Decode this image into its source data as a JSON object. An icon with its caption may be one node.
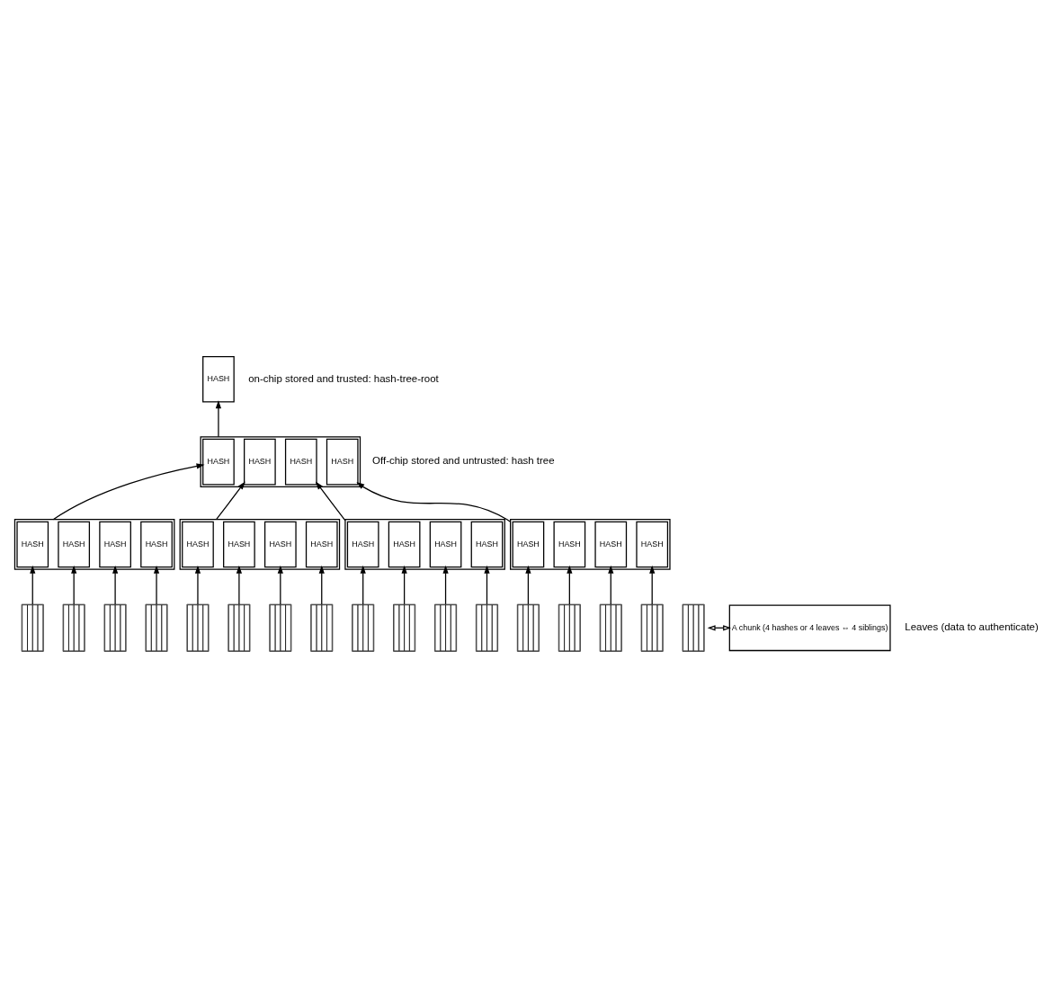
{
  "diagram": {
    "nodes": [
      {
        "text": [
          "HASH"
        ]
      },
      {
        "text": [],
        "shape": "box"
      },
      {
        "text": [
          "HASH"
        ],
        "in": 1
      },
      {
        "text": [
          "HASH"
        ],
        "in": 1
      },
      {
        "text": [
          "HASH"
        ],
        "in": 1
      },
      {
        "text": [
          "HASH"
        ],
        "in": 1
      },
      {
        "text": [],
        "shape": "box"
      },
      {
        "text": [
          "HASH"
        ],
        "in": 6
      },
      {
        "text": [
          "HASH"
        ],
        "in": 6
      },
      {
        "text": [
          "HASH"
        ],
        "in": 6
      },
      {
        "text": [
          "HASH"
        ],
        "in": 6
      },
      {
        "text": [],
        "shape": "box"
      },
      {
        "text": [
          "HASH"
        ],
        "in": 11
      },
      {
        "text": [
          "HASH"
        ],
        "in": 11
      },
      {
        "text": [
          "HASH"
        ],
        "in": 11
      },
      {
        "text": [
          "HASH"
        ],
        "in": 11
      },
      {
        "text": [],
        "shape": "box"
      },
      {
        "text": [
          "HASH"
        ],
        "in": 16
      },
      {
        "text": [
          "HASH"
        ],
        "in": 16
      },
      {
        "text": [
          "HASH"
        ],
        "in": 16
      },
      {
        "text": [
          "HASH"
        ],
        "in": 16
      },
      {
        "text": [],
        "shape": "box"
      },
      {
        "text": [
          "HASH"
        ],
        "in": 21
      },
      {
        "text": [
          "HASH"
        ],
        "in": 21
      },
      {
        "text": [
          "HASH"
        ],
        "in": 21
      },
      {
        "text": [
          "HASH"
        ],
        "in": 21
      },
      {
        "text": [],
        "shape": "bar"
      },
      {
        "text": [],
        "shape": "bar"
      },
      {
        "text": [],
        "shape": "bar"
      },
      {
        "text": [],
        "shape": "bar"
      },
      {
        "text": [],
        "shape": "bar"
      },
      {
        "text": [],
        "shape": "bar"
      },
      {
        "text": [],
        "shape": "bar"
      },
      {
        "text": [],
        "shape": "bar"
      },
      {
        "text": [],
        "shape": "bar"
      },
      {
        "text": [],
        "shape": "bar"
      },
      {
        "text": [],
        "shape": "bar"
      },
      {
        "text": [],
        "shape": "bar"
      },
      {
        "text": [],
        "shape": "bar"
      },
      {
        "text": [],
        "shape": "bar"
      },
      {
        "text": [],
        "shape": "bar"
      },
      {
        "text": [],
        "shape": "bar"
      },
      {
        "text": [],
        "shape": "bar"
      },
      {
        "text": [
          "A chunk (4 hashes or 4 leaves ⇔ 4 siblings)"
        ]
      }
    ],
    "edges": [
      {
        "from": 1,
        "to": 0,
        "arrow": "to"
      },
      {
        "from": 6,
        "to": 2,
        "arrow": "to"
      },
      {
        "from": 11,
        "to": 3,
        "arrow": "to"
      },
      {
        "from": 16,
        "to": 4,
        "arrow": "to"
      },
      {
        "from": 21,
        "to": 5,
        "arrow": "to"
      },
      {
        "from": 26,
        "to": 7,
        "arrow": "to"
      },
      {
        "from": 27,
        "to": 8,
        "arrow": "to"
      },
      {
        "from": 28,
        "to": 9,
        "arrow": "to"
      },
      {
        "from": 29,
        "to": 10,
        "arrow": "to"
      },
      {
        "from": 30,
        "to": 12,
        "arrow": "to"
      },
      {
        "from": 31,
        "to": 13,
        "arrow": "to"
      },
      {
        "from": 32,
        "to": 14,
        "arrow": "to"
      },
      {
        "from": 33,
        "to": 15,
        "arrow": "to"
      },
      {
        "from": 34,
        "to": 17,
        "arrow": "to"
      },
      {
        "from": 35,
        "to": 18,
        "arrow": "to"
      },
      {
        "from": 36,
        "to": 19,
        "arrow": "to"
      },
      {
        "from": 37,
        "to": 20,
        "arrow": "to"
      },
      {
        "from": 38,
        "to": 22,
        "arrow": "to"
      },
      {
        "from": 39,
        "to": 23,
        "arrow": "to"
      },
      {
        "from": 40,
        "to": 24,
        "arrow": "to"
      },
      {
        "from": 41,
        "to": 25,
        "arrow": "to"
      },
      {
        "from": 42,
        "to": 43,
        "arrow": "both"
      }
    ],
    "labels": [
      "on-chip stored and trusted: hash-tree-root",
      "Off-chip stored and untrusted: hash tree",
      "Leaves (data to authenticate)"
    ]
  }
}
